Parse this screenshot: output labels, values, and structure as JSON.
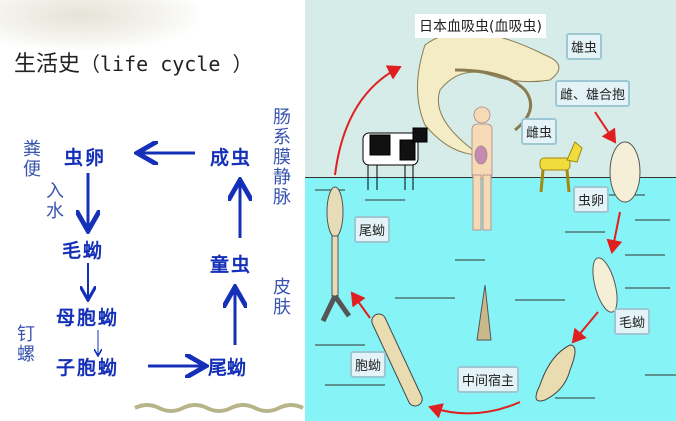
{
  "left": {
    "title_cn": "生活史",
    "title_en": "（life cycle ）",
    "nodes": {
      "egg": "虫卵",
      "miracidium": "毛蚴",
      "mother_sporocyst": "母胞蚴",
      "daughter_sporocyst": "子胞蚴",
      "cercaria": "尾蚴",
      "schistosomulum": "童虫",
      "adult": "成虫"
    },
    "side_labels": {
      "feces": "粪便",
      "into_water": "入水",
      "snail": "钉螺",
      "mesenteric_vein": "肠系膜静脉",
      "skin": "皮肤"
    }
  },
  "right": {
    "title": "日本血吸虫(血吸虫)",
    "labels": {
      "male": "雄虫",
      "paired": "雌、雄合抱",
      "female": "雌虫",
      "egg": "虫卵",
      "miracidium": "毛蚴",
      "intermediate_host": "中间宿主",
      "sporocyst": "胞蚴",
      "cercaria": "尾蚴"
    }
  },
  "colors": {
    "arrow_left": "#1530b8",
    "arrow_right": "#e02020",
    "water": "#86f4f6",
    "sky": "#d6ece9"
  }
}
